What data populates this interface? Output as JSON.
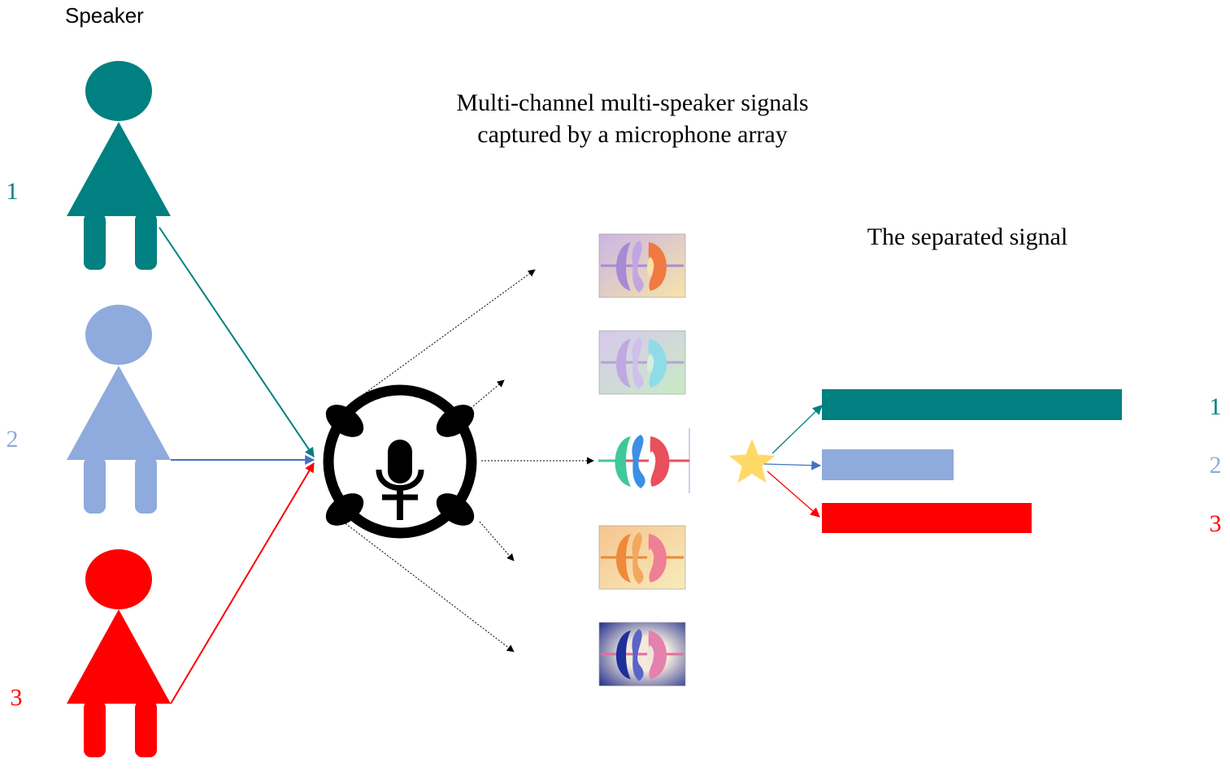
{
  "header": {
    "speaker_label": "Speaker"
  },
  "caption": {
    "line1": "Multi-channel multi-speaker signals",
    "line2": "captured by a microphone array"
  },
  "separated": {
    "title": "The separated signal"
  },
  "speakers": [
    {
      "number": "1",
      "color": "#008080"
    },
    {
      "number": "2",
      "color": "#8faadc"
    },
    {
      "number": "3",
      "color": "#ff0000"
    }
  ],
  "outputs": [
    {
      "number": "1",
      "color": "#008080",
      "level": 1.0
    },
    {
      "number": "2",
      "color": "#8faadc",
      "level": 0.44
    },
    {
      "number": "3",
      "color": "#ff0000",
      "level": 0.7
    }
  ],
  "icons": {
    "microphone_array": "microphone-array-icon",
    "signal_mixture": "signal-mixture-icon",
    "separation": "star-icon"
  }
}
